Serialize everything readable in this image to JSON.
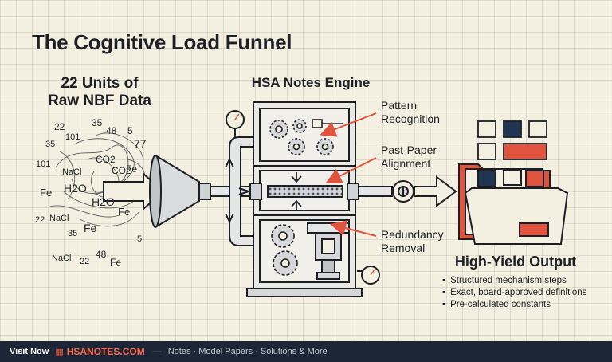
{
  "title": "The Cognitive Load Funnel",
  "raw_data": {
    "heading_line1": "22 Units of",
    "heading_line2": "Raw NBF Data",
    "fragments": [
      "22",
      "35",
      "48",
      "5",
      "35",
      "101",
      "77",
      "101",
      "NaCl",
      "CO2",
      "Fe",
      "H2O",
      "H2O",
      "Fe",
      "NaCl",
      "22",
      "35",
      "Fe",
      "48",
      "22",
      "NaCl",
      "Fe",
      "5",
      "CO2",
      "Fe"
    ]
  },
  "engine": {
    "heading": "HSA Notes Engine",
    "callouts": [
      {
        "line1": "Pattern",
        "line2": "Recognition"
      },
      {
        "line1": "Past-Paper",
        "line2": "Alignment"
      },
      {
        "line1": "Redundancy",
        "line2": "Removal"
      }
    ]
  },
  "output": {
    "heading": "High-Yield Output",
    "bullets": [
      "Structured mechanism steps",
      "Exact, board-approved definitions",
      "Pre-calculated constants"
    ]
  },
  "footer": {
    "visit": "Visit Now",
    "brand": "HSANOTES.COM",
    "separator": "—",
    "tagline": "Notes · Model Papers · Solutions & More"
  },
  "colors": {
    "accent_red": "#e0533d",
    "navy": "#1f3552",
    "ink": "#1d1f24",
    "paper": "#f4f0e1",
    "footer_bg": "#1c2637"
  },
  "icons": {
    "gear": "gear-icon",
    "gauge": "gauge-icon",
    "valve": "valve-icon",
    "folder": "folder-icon",
    "funnel": "funnel-icon"
  }
}
